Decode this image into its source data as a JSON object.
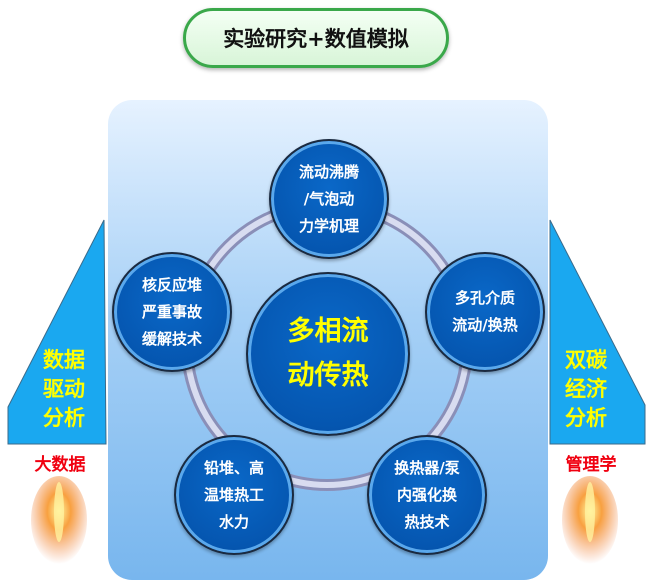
{
  "title": "实验研究+数值模拟",
  "center": "多相流\n动传热",
  "nodes": [
    "流动沸腾\n/气泡动\n力学机理",
    "多孔介质\n流动/换热",
    "换热器/泵\n内强化换\n热技术",
    "铅堆、高\n温堆热工\n水力",
    "核反应堆\n严重事故\n缓解技术"
  ],
  "left": {
    "text": "数据\n驱动\n分析",
    "label": "大数据"
  },
  "right": {
    "text": "双碳\n经济\n分析",
    "label": "管理学"
  },
  "colors": {
    "panel": "#a6d0f6",
    "node": "#0556b0",
    "side": "#1aa8f0",
    "highlight": "#ffff00",
    "label": "#f00010"
  }
}
